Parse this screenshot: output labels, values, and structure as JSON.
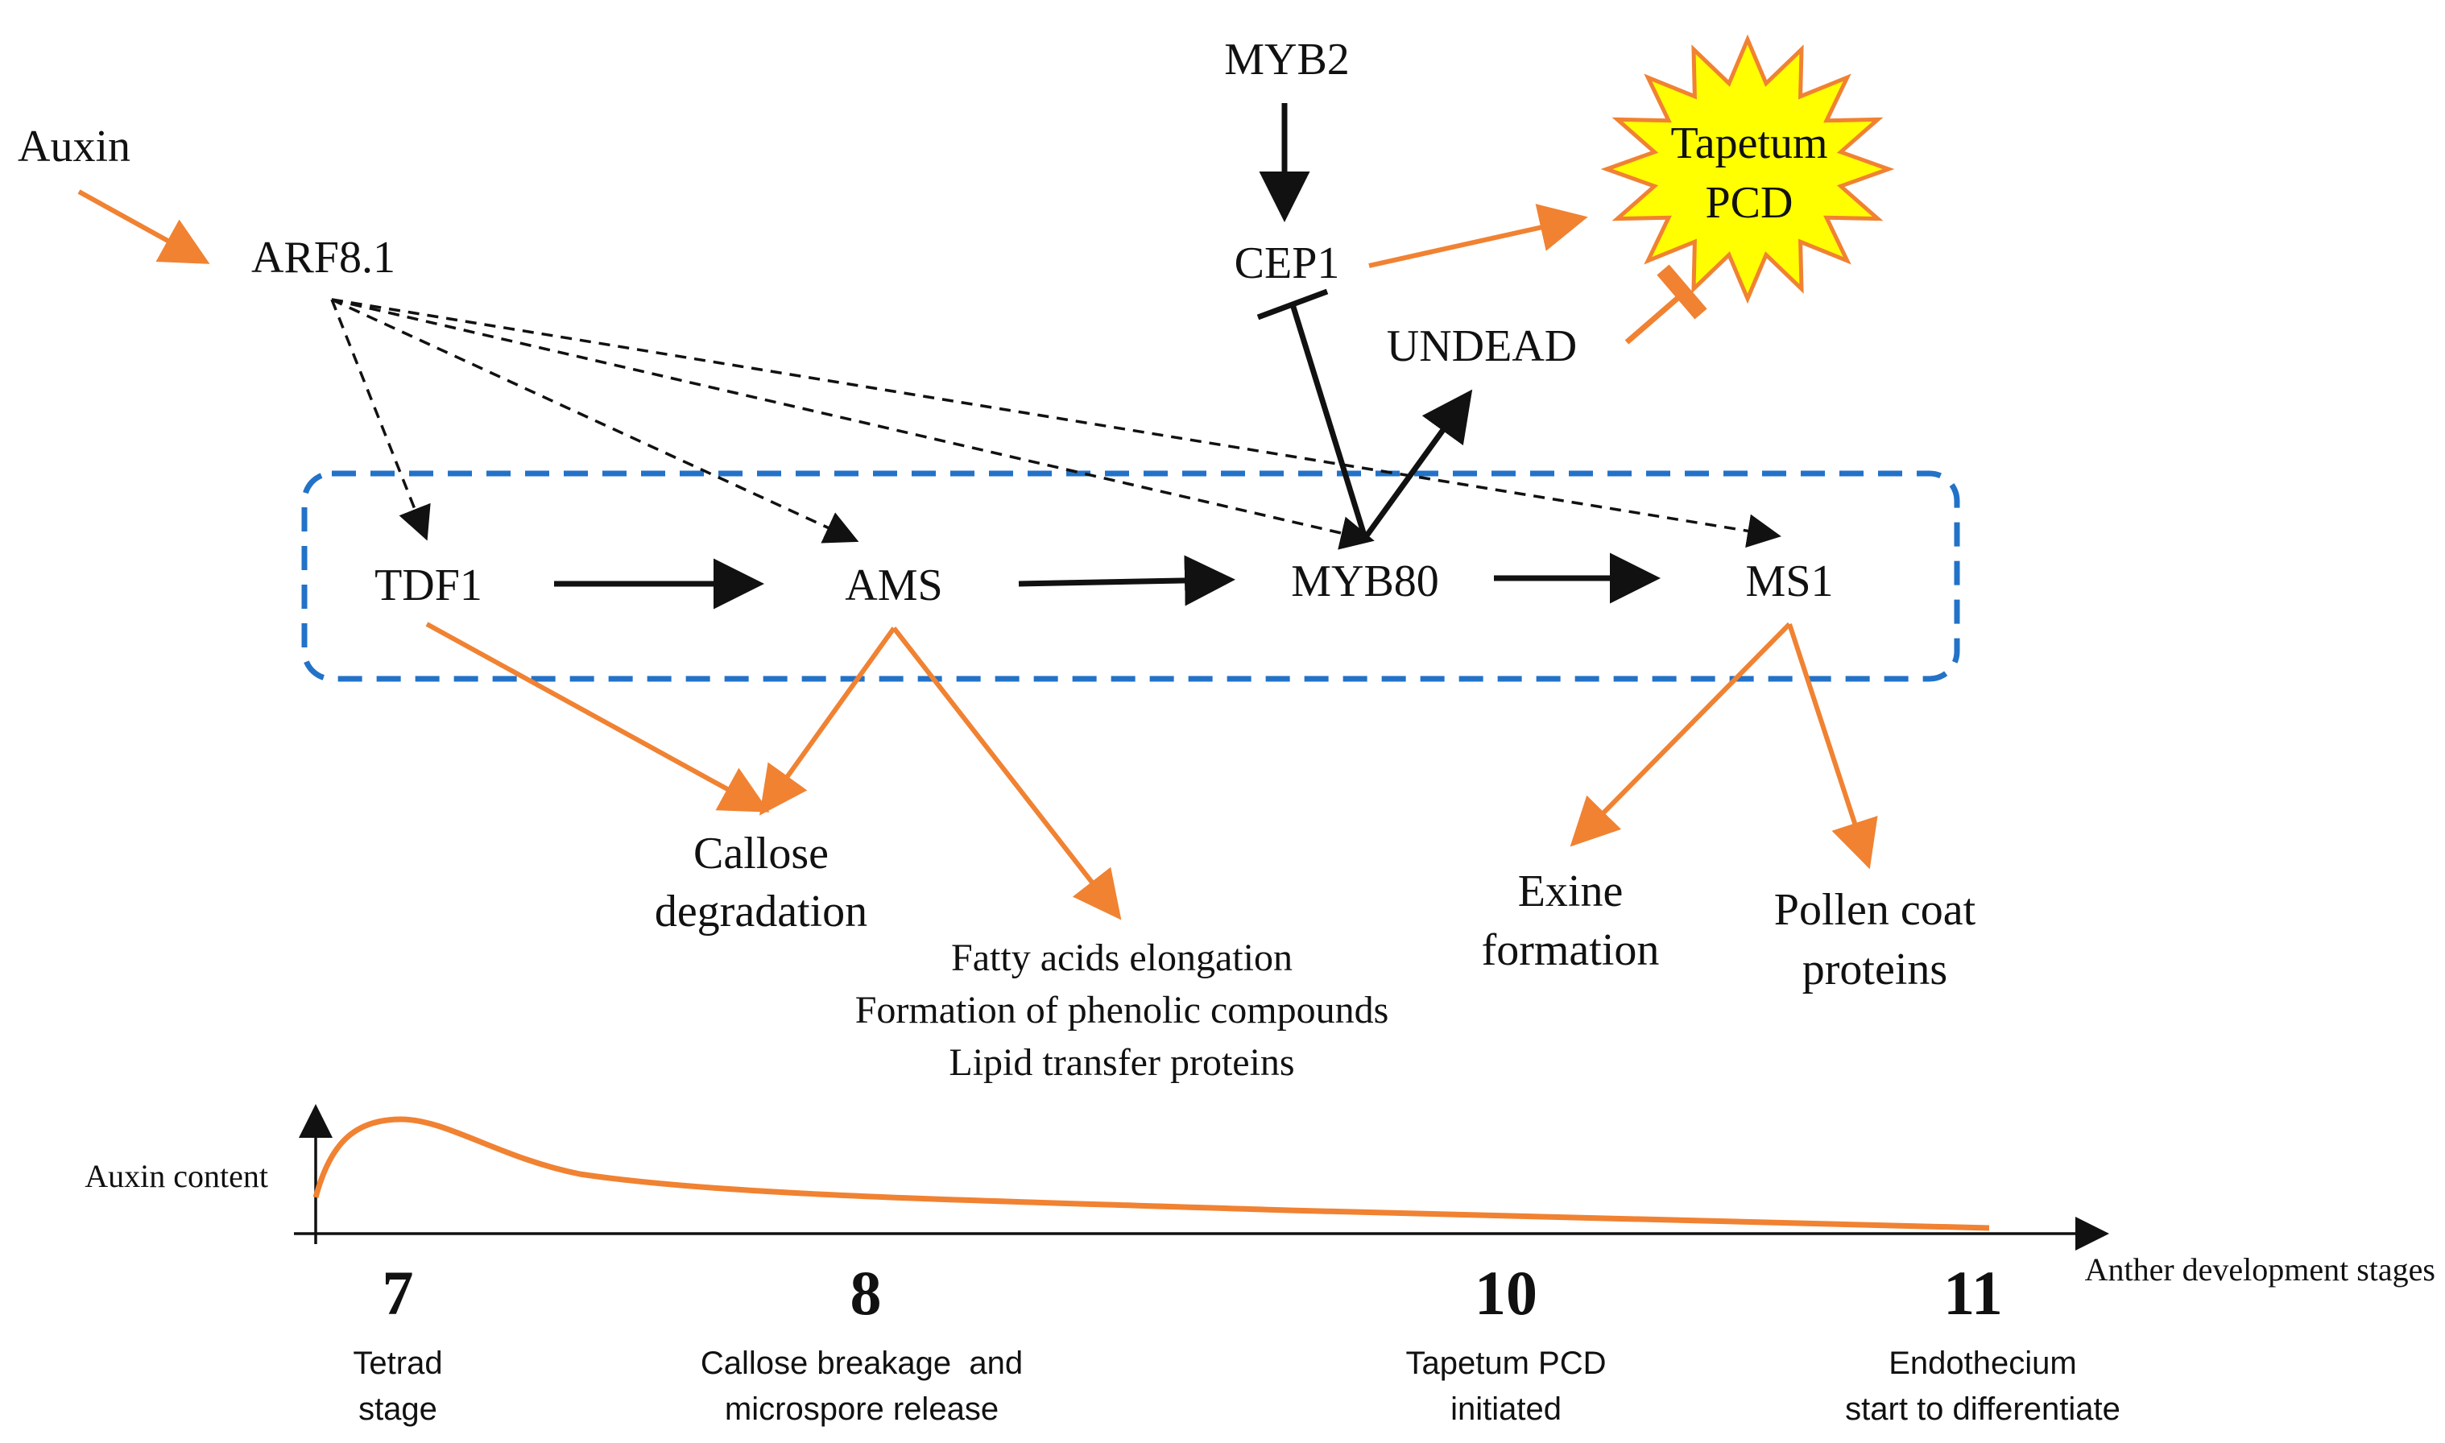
{
  "nodes": {
    "auxin": "Auxin",
    "arf8": "ARF8.1",
    "myb2": "MYB2",
    "cep1": "CEP1",
    "tapetum_pcd_line1": "Tapetum",
    "tapetum_pcd_line2": "PCD",
    "undead": "UNDEAD",
    "tdf1": "TDF1",
    "ams": "AMS",
    "myb80": "MYB80",
    "ms1": "MS1"
  },
  "outcomes": {
    "callose_line1": "Callose",
    "callose_line2": "degradation",
    "ams_targets": [
      "Fatty acids elongation",
      "Formation of phenolic compounds",
      "Lipid transfer proteins"
    ],
    "exine_line1": "Exine",
    "exine_line2": "formation",
    "pollen_line1": "Pollen coat",
    "pollen_line2": "proteins"
  },
  "timeline": {
    "y_axis_label": "Auxin content",
    "x_axis_label": "Anther development stages",
    "stages": [
      {
        "number": "7",
        "desc_line1": "Tetrad",
        "desc_line2": "stage"
      },
      {
        "number": "8",
        "desc_line1": "Callose breakage  and",
        "desc_line2": "microspore release"
      },
      {
        "number": "10",
        "desc_line1": "Tapetum PCD",
        "desc_line2": "initiated"
      },
      {
        "number": "11",
        "desc_line1": "Endothecium",
        "desc_line2": "start to differentiate"
      }
    ]
  },
  "colors": {
    "activation": "#f08232",
    "black": "#111111",
    "box_dash": "#2272c8",
    "star_fill": "#ffff00",
    "star_stroke": "#f08232"
  }
}
